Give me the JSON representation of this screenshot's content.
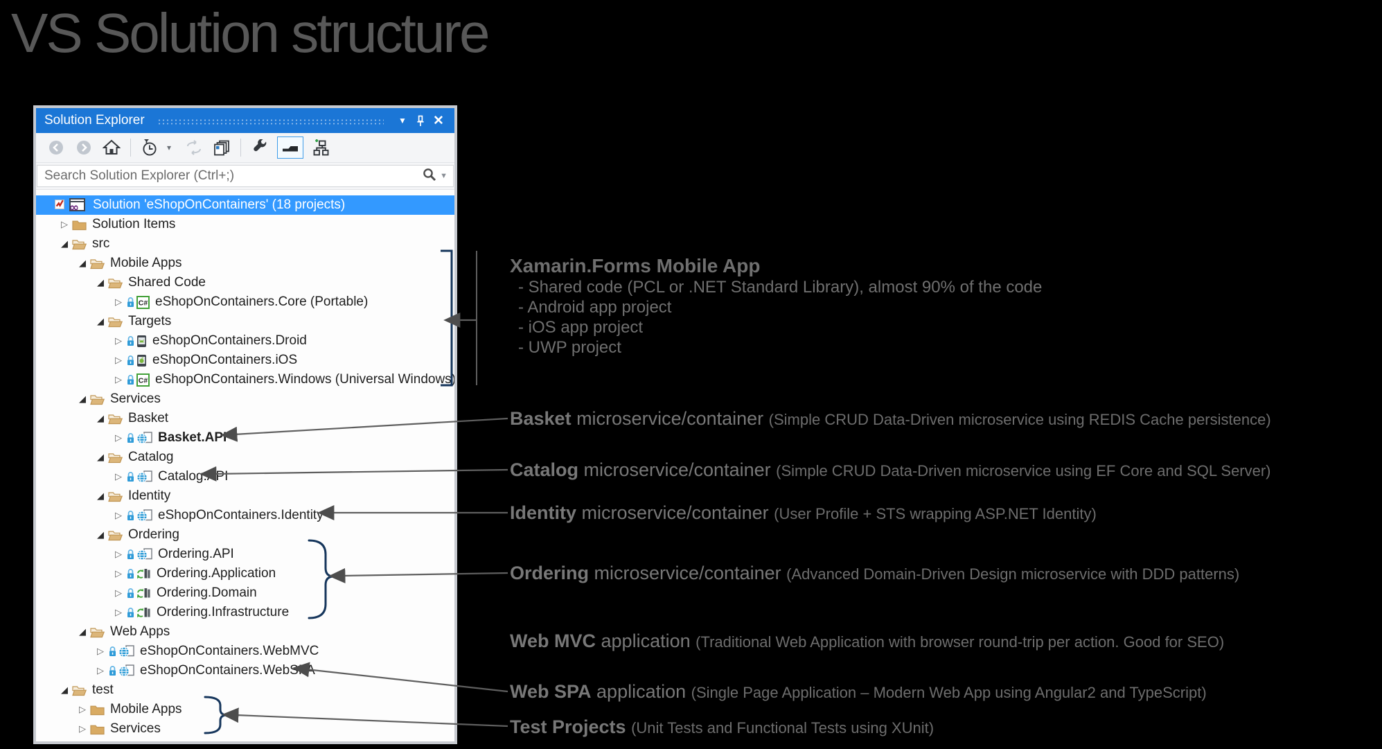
{
  "page": {
    "title": "VS Solution structure"
  },
  "panel": {
    "title": "Solution Explorer",
    "titlebar_icons": [
      "window-position-caret-icon",
      "pin-icon",
      "close-icon"
    ],
    "toolbar": {
      "icons": [
        "back-icon",
        "forward-icon",
        "home-icon",
        "pending-changes-filter-icon",
        "dropdown-caret-icon",
        "sync-icon",
        "properties-pages-icon",
        "wrench-icon",
        "preview-selected-items-icon",
        "show-all-files-icon"
      ]
    },
    "search": {
      "placeholder": "Search Solution Explorer (Ctrl+;)"
    },
    "colors": {
      "titlebar_blue": "#1b76d6",
      "selection_blue": "#3399ff",
      "folder_tan": "#dcb67a",
      "bracket_navy": "#16365c"
    },
    "tree": {
      "rows": [
        {
          "label": "Solution 'eShopOnContainers' (18 projects)",
          "level": 0,
          "icon": "solution",
          "expander": null,
          "selected": true
        },
        {
          "label": "Solution Items",
          "level": 1,
          "icon": "folder-closed",
          "expander": "closed"
        },
        {
          "label": "src",
          "level": 1,
          "icon": "folder-open",
          "expander": "open"
        },
        {
          "label": "Mobile Apps",
          "level": 2,
          "icon": "folder-open",
          "expander": "open"
        },
        {
          "label": "Shared Code",
          "level": 3,
          "icon": "folder-open",
          "expander": "open"
        },
        {
          "label": "eShopOnContainers.Core (Portable)",
          "level": 4,
          "icon": "csharp",
          "lock": true,
          "expander": "closed"
        },
        {
          "label": "Targets",
          "level": 3,
          "icon": "folder-open",
          "expander": "open"
        },
        {
          "label": "eShopOnContainers.Droid",
          "level": 4,
          "icon": "droid",
          "lock": true,
          "expander": "closed"
        },
        {
          "label": "eShopOnContainers.iOS",
          "level": 4,
          "icon": "ios",
          "lock": true,
          "expander": "closed"
        },
        {
          "label": "eShopOnContainers.Windows (Universal Windows)",
          "level": 4,
          "icon": "csharp",
          "lock": true,
          "expander": "closed"
        },
        {
          "label": "Services",
          "level": 2,
          "icon": "folder-open",
          "expander": "open"
        },
        {
          "label": "Basket",
          "level": 3,
          "icon": "folder-open",
          "expander": "open"
        },
        {
          "label": "Basket.API",
          "level": 4,
          "icon": "web",
          "lock": true,
          "expander": "closed",
          "bold": true
        },
        {
          "label": "Catalog",
          "level": 3,
          "icon": "folder-open",
          "expander": "open"
        },
        {
          "label": "Catalog.API",
          "level": 4,
          "icon": "web",
          "lock": true,
          "expander": "closed"
        },
        {
          "label": "Identity",
          "level": 3,
          "icon": "folder-open",
          "expander": "open"
        },
        {
          "label": "eShopOnContainers.Identity",
          "level": 4,
          "icon": "web",
          "lock": true,
          "expander": "closed"
        },
        {
          "label": "Ordering",
          "level": 3,
          "icon": "folder-open",
          "expander": "open"
        },
        {
          "label": "Ordering.API",
          "level": 4,
          "icon": "web",
          "lock": true,
          "expander": "closed"
        },
        {
          "label": "Ordering.Application",
          "level": 4,
          "icon": "library",
          "lock": true,
          "expander": "closed"
        },
        {
          "label": "Ordering.Domain",
          "level": 4,
          "icon": "library",
          "lock": true,
          "expander": "closed"
        },
        {
          "label": "Ordering.Infrastructure",
          "level": 4,
          "icon": "library",
          "lock": true,
          "expander": "closed"
        },
        {
          "label": "Web Apps",
          "level": 2,
          "icon": "folder-open",
          "expander": "open"
        },
        {
          "label": "eShopOnContainers.WebMVC",
          "level": 3,
          "icon": "web",
          "lock": true,
          "expander": "closed"
        },
        {
          "label": "eShopOnContainers.WebSPA",
          "level": 3,
          "icon": "web",
          "lock": true,
          "expander": "closed"
        },
        {
          "label": "test",
          "level": 1,
          "icon": "folder-open",
          "expander": "open"
        },
        {
          "label": "Mobile Apps",
          "level": 2,
          "icon": "folder-closed",
          "expander": "closed"
        },
        {
          "label": "Services",
          "level": 2,
          "icon": "folder-closed",
          "expander": "closed"
        }
      ]
    }
  },
  "annotations": {
    "xamarin": {
      "heading": "Xamarin.Forms Mobile App",
      "items": [
        "- Shared code (PCL or .NET Standard Library), almost 90% of the code",
        "- Android app project",
        "- iOS app project",
        "- UWP project"
      ]
    },
    "rows": [
      {
        "bold": "Basket",
        "mid": " microservice/container ",
        "paren": "(Simple CRUD Data-Driven microservice using REDIS Cache persistence)"
      },
      {
        "bold": "Catalog",
        "mid": " microservice/container ",
        "paren": "(Simple CRUD Data-Driven microservice using EF Core and SQL Server)"
      },
      {
        "bold": "Identity",
        "mid": " microservice/container ",
        "paren": "(User Profile + STS wrapping ASP.NET Identity)"
      },
      {
        "bold": "Ordering",
        "mid": " microservice/container ",
        "paren": "(Advanced Domain-Driven Design microservice with DDD patterns)"
      },
      {
        "bold": "Web MVC",
        "mid": " application ",
        "paren": "(Traditional Web Application with browser round-trip per action. Good for SEO)"
      },
      {
        "bold": "Web SPA",
        "mid": " application ",
        "paren": "(Single Page Application – Modern Web App using Angular2 and TypeScript)"
      },
      {
        "bold": "Test Projects",
        "mid": " ",
        "paren": "(Unit Tests and Functional Tests using XUnit)"
      }
    ]
  }
}
